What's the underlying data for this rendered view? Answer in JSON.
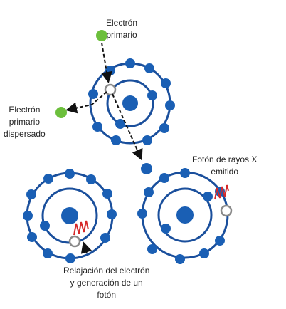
{
  "labels": {
    "primary_electron": [
      "Electrón",
      "primario"
    ],
    "scattered_electron": [
      "Electrón",
      "primario",
      "dispersado"
    ],
    "xray_photon": [
      "Fotón de rayos X",
      "emitido"
    ],
    "relaxation": [
      "Relajación del electrón",
      "y generación de un",
      "fotón"
    ]
  },
  "colors": {
    "orbit": "#1a4f9c",
    "electron": "#1a5fb4",
    "nucleus": "#1a5fb4",
    "primary_electron": "#6cbf3c",
    "vacancy_stroke": "#8a8a8a",
    "photon": "#d62828",
    "arrow": "#111111"
  },
  "atoms": [
    {
      "name": "atom-top",
      "role": "ionization"
    },
    {
      "name": "atom-bottom-left",
      "role": "relaxation"
    },
    {
      "name": "atom-bottom-right",
      "role": "xray-emission"
    }
  ]
}
